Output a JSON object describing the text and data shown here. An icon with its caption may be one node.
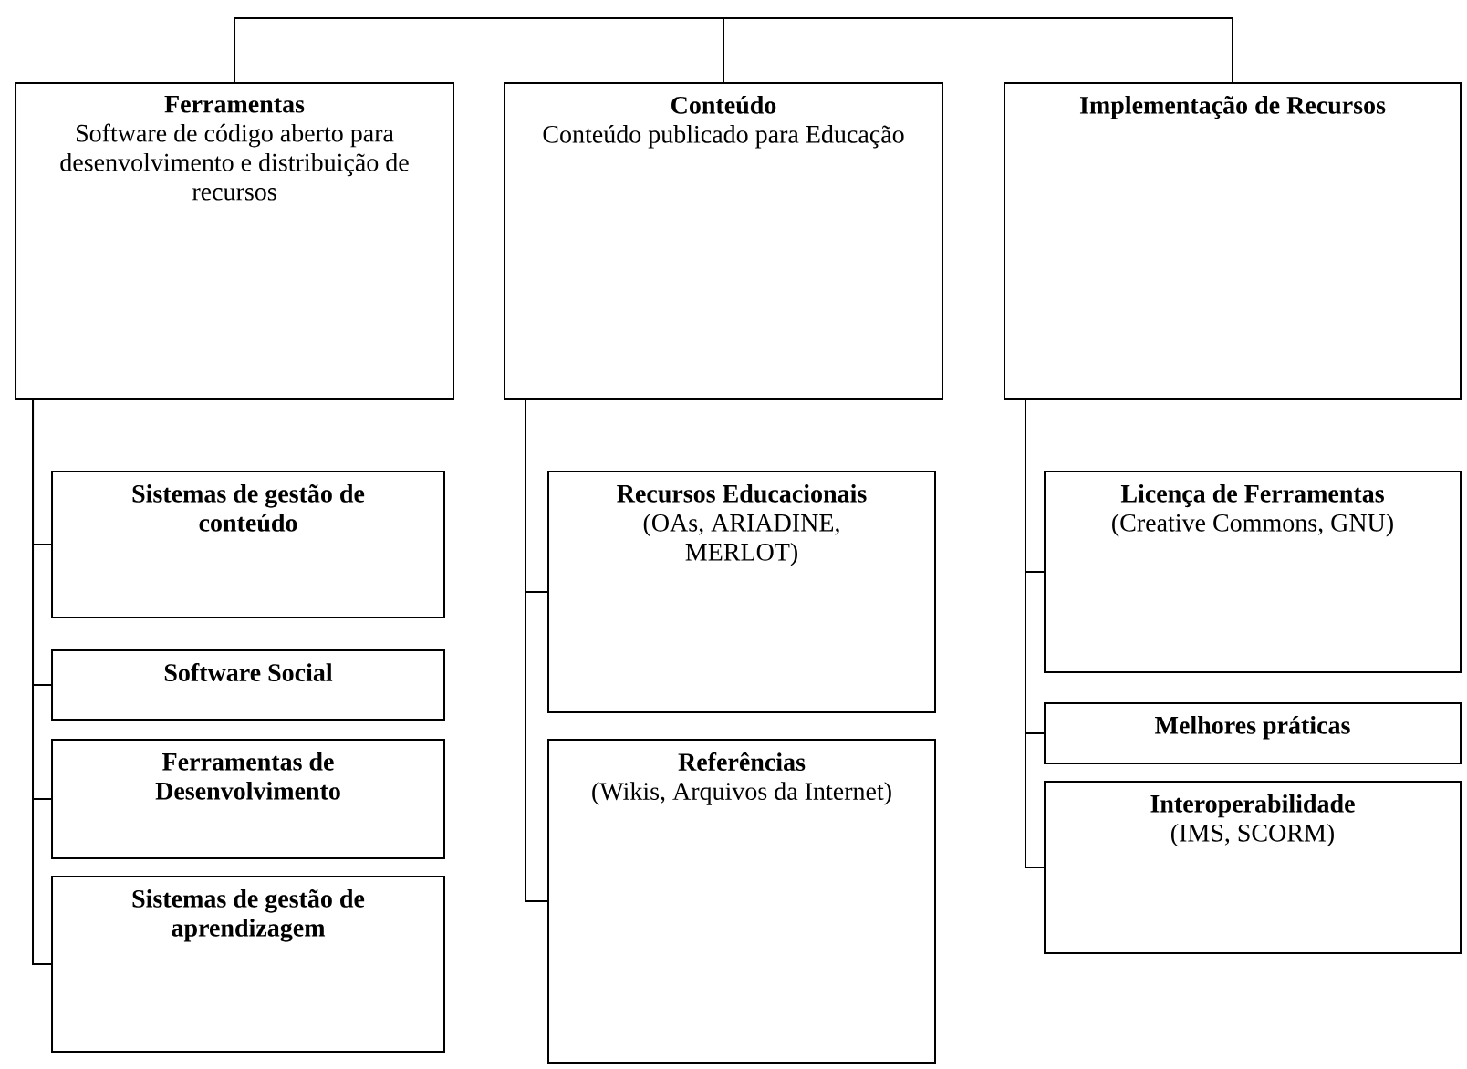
{
  "diagram": {
    "nodes": [
      {
        "text": [
          "Ferramentas",
          "Software de código aberto para desenvolvimento e distribuição de recursos"
        ]
      },
      {
        "text": [
          "Sistemas de gestão de conteúdo"
        ]
      },
      {
        "text": [
          "Software Social"
        ]
      },
      {
        "text": [
          "Ferramentas de Desenvolvimento"
        ]
      },
      {
        "text": [
          "Sistemas de gestão de aprendizagem"
        ]
      },
      {
        "text": [
          "Conteúdo",
          "Conteúdo publicado para Educação"
        ]
      },
      {
        "text": [
          "Recursos Educacionais",
          "(OAs, ARIADINE, MERLOT)"
        ]
      },
      {
        "text": [
          "Referências",
          "(Wikis, Arquivos da Internet)"
        ]
      },
      {
        "text": [
          "Implementação de Recursos"
        ]
      },
      {
        "text": [
          "Licença de Ferramentas",
          "(Creative Commons, GNU)"
        ]
      },
      {
        "text": [
          "Melhores práticas"
        ]
      },
      {
        "text": [
          "Interoperabilidade",
          "(IMS, SCORM)"
        ]
      }
    ],
    "edges": [
      {
        "from": 0,
        "to": 5,
        "arrow": "none"
      },
      {
        "from": 5,
        "to": 8,
        "arrow": "none"
      },
      {
        "from": 0,
        "to": 1,
        "arrow": "none"
      },
      {
        "from": 0,
        "to": 2,
        "arrow": "none"
      },
      {
        "from": 0,
        "to": 3,
        "arrow": "none"
      },
      {
        "from": 0,
        "to": 4,
        "arrow": "none"
      },
      {
        "from": 5,
        "to": 6,
        "arrow": "none"
      },
      {
        "from": 5,
        "to": 7,
        "arrow": "none"
      },
      {
        "from": 8,
        "to": 9,
        "arrow": "none"
      },
      {
        "from": 8,
        "to": 10,
        "arrow": "none"
      },
      {
        "from": 8,
        "to": 11,
        "arrow": "none"
      }
    ]
  }
}
